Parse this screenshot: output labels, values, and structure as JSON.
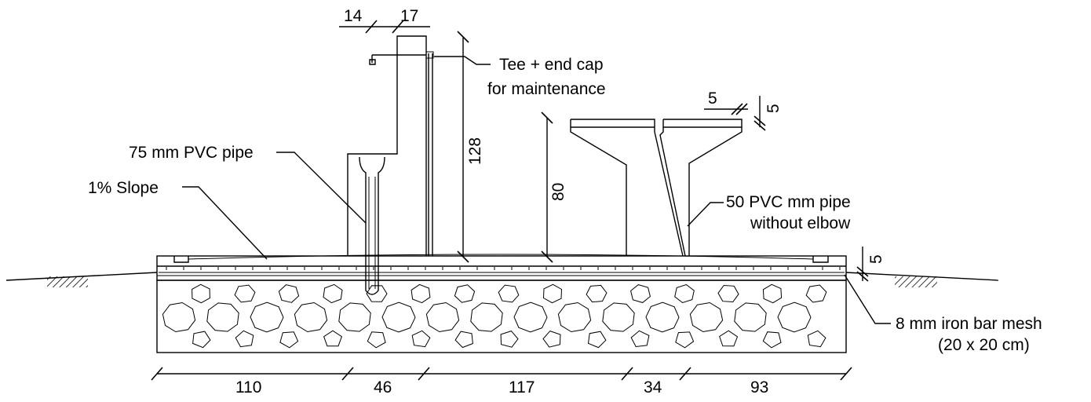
{
  "labels": {
    "tee_line1": "Tee + end cap",
    "tee_line2": "for maintenance",
    "pvc75": "75 mm PVC pipe",
    "slope": "1% Slope",
    "pvc50_line1": "50 PVC mm pipe",
    "pvc50_line2": "without elbow",
    "mesh_line1": "8 mm iron bar mesh",
    "mesh_line2": "(20 x 20 cm)"
  },
  "dimensions": {
    "top_left": "14",
    "top_right": "17",
    "column_height": "128",
    "basin_height": "80",
    "basin_thickness_h": "5",
    "basin_thickness_v": "5",
    "slab_thickness": "5",
    "bottom": [
      "110",
      "46",
      "117",
      "34",
      "93"
    ]
  }
}
